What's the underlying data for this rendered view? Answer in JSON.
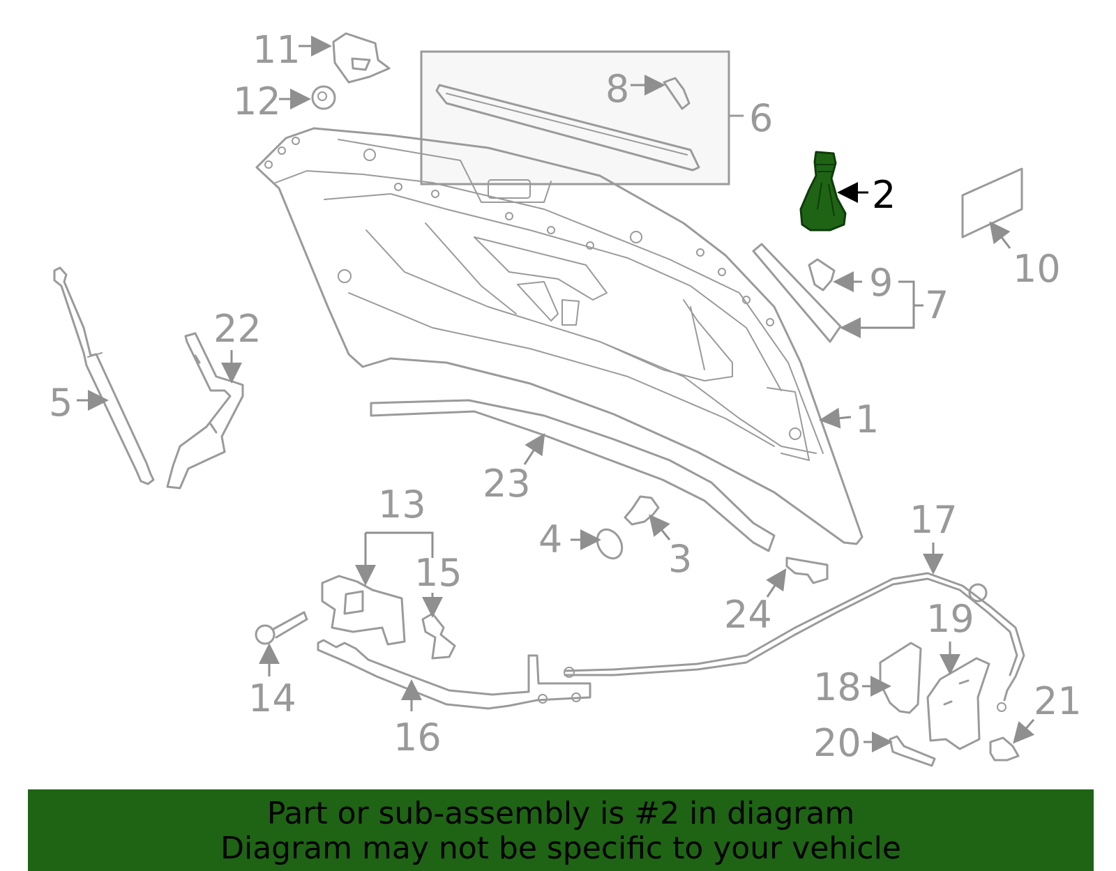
{
  "diagram": {
    "highlight_color": "#1e6414",
    "highlighted_part": "2",
    "callouts": [
      "1",
      "2",
      "3",
      "4",
      "5",
      "6",
      "7",
      "8",
      "9",
      "10",
      "11",
      "12",
      "13",
      "14",
      "15",
      "16",
      "17",
      "18",
      "19",
      "20",
      "21",
      "22",
      "23",
      "24"
    ]
  },
  "banner": {
    "line1": "Part or sub-assembly is #2 in diagram",
    "line2": "Diagram may not be specific to your vehicle",
    "background": "#1e6414"
  }
}
